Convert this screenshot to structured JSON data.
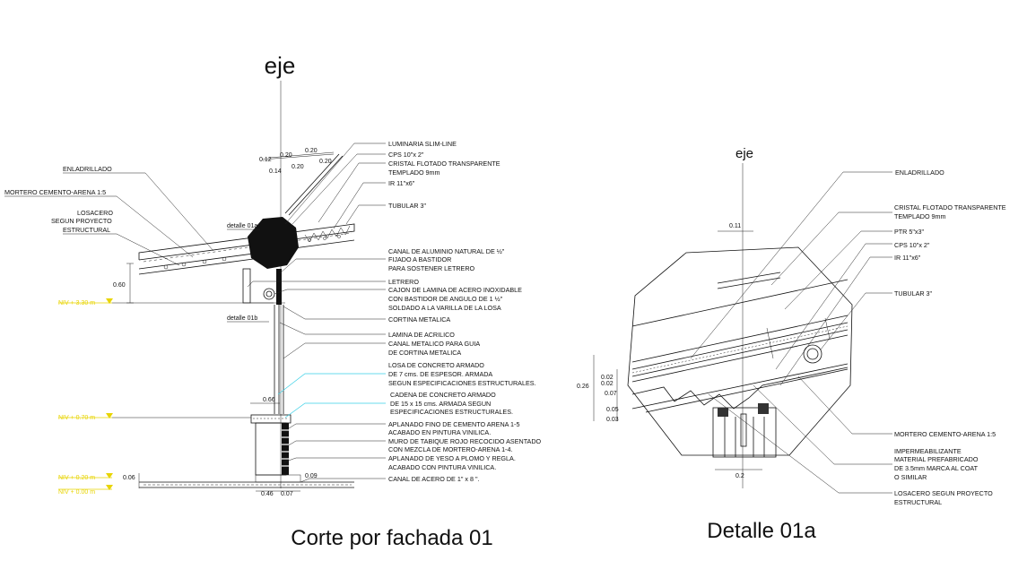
{
  "section": {
    "axis_label": "eje",
    "title": "Corte por fachada 01",
    "labels_left": {
      "enladrillado": "ENLADRILLADO",
      "mortero": "MORTERO CEMENTO-ARENA 1:5",
      "losacero_1": "LOSACERO",
      "losacero_2": "SEGUN PROYECTO",
      "losacero_3": "ESTRUCTURAL"
    },
    "labels_right": [
      "LUMINARIA SLIM-LINE",
      "CPS 10\"x 2\"",
      "CRISTAL FLOTADO TRANSPARENTE",
      "TEMPLADO 9mm",
      "IR 11\"x6\"",
      "TUBULAR 3\"",
      "CANAL DE ALUMINIO NATURAL DE ½\"",
      "FIJADO A BASTIDOR",
      "PARA SOSTENER LETRERO",
      "LETRERO",
      "CAJON DE LAMINA DE ACERO INOXIDABLE",
      "CON BASTIDOR DE ANGULO DE 1 ½\"",
      "SOLDADO A LA VARILLA DE LA LOSA",
      "CORTINA METALICA",
      "LAMINA DE ACRILICO",
      "CANAL METALICO PARA GUIA",
      "DE CORTINA METALICA",
      "LOSA DE CONCRETO ARMADO",
      "DE 7 cms. DE ESPESOR. ARMADA",
      "SEGUN ESPECIFICACIONES ESTRUCTURALES.",
      "CADENA  DE CONCRETO ARMADO",
      "DE 15 x 15 cms. ARMADA SEGUN",
      "ESPECIFICACIONES ESTRUCTURALES.",
      "APLANADO FINO DE CEMENTO ARENA 1-5",
      "ACABADO EN PINTURA VINILICA.",
      "MURO DE TABIQUE ROJO RECOCIDO ASENTADO",
      "CON MEZCLA DE MORTERO-ARENA 1-4.",
      "APLANADO DE YESO A PLOMO Y REGLA.",
      "ACABADO CON PINTURA VINILICA.",
      "CANAL DE ACERO DE  1\" x 8 \"."
    ],
    "callouts": {
      "detalle_1a": "detalle 01a",
      "detalle_1b": "detalle 01b"
    },
    "dims": {
      "d012": "0.12",
      "d020a": "0.20",
      "d020b": "0.20",
      "d020c": "0.20",
      "d014": "0.14",
      "d020d": "0.20",
      "d060": "0.60",
      "d066": "0.66",
      "d006": "0.06",
      "d009": "0.09",
      "d046": "0.46",
      "d007": "0.07"
    },
    "niveles": {
      "n1": "NIV + 3.30 m",
      "n2": "NIV + 0.70 m",
      "n3": "NIV + 0.20 m",
      "n4": "NIV + 0.00 m"
    }
  },
  "detail": {
    "axis_label": "eje",
    "title": "Detalle 01a",
    "labels_right": {
      "enladrillado": "ENLADRILLADO",
      "cristal_1": "CRISTAL FLOTADO TRANSPARENTE",
      "cristal_2": "TEMPLADO 9mm",
      "ptr": "PTR 5\"x3\"",
      "cps": "CPS 10\"x 2\"",
      "ir": "IR 11\"x6\"",
      "tubular": "TUBULAR 3\"",
      "mortero": "MORTERO CEMENTO-ARENA 1:5",
      "imper_1": "IMPERMEABILIZANTE",
      "imper_2": "MATERIAL PREFABRICADO",
      "imper_3": "DE 3.5mm MARCA AL COAT",
      "imper_4": "O SIMILAR",
      "losa_1": "LOSACERO SEGUN PROYECTO",
      "losa_2": "ESTRUCTURAL"
    },
    "dims": {
      "d011": "0.11",
      "d026": "0.26",
      "d002a": "0.02",
      "d002b": "0.02",
      "d007": "0.07",
      "d005": "0.05",
      "d003": "0.03",
      "d02": "0.2"
    }
  },
  "colors": {
    "nivel": "#e8d400",
    "leader_cyan": "#3ad0e6",
    "ink": "#111111"
  }
}
